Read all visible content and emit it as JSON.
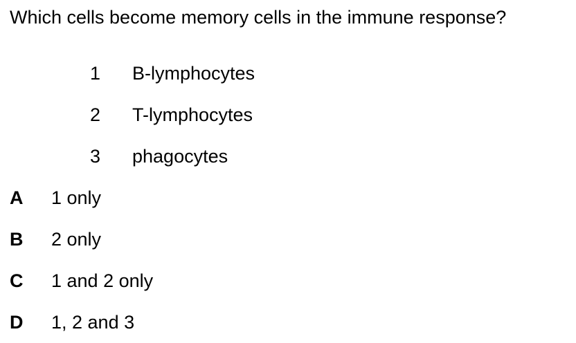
{
  "question": {
    "text": "Which cells become memory cells in the immune response?"
  },
  "statements": [
    {
      "number": "1",
      "text": "B-lymphocytes"
    },
    {
      "number": "2",
      "text": "T-lymphocytes"
    },
    {
      "number": "3",
      "text": "phagocytes"
    }
  ],
  "options": [
    {
      "letter": "A",
      "text": "1 only"
    },
    {
      "letter": "B",
      "text": "2 only"
    },
    {
      "letter": "C",
      "text": "1 and 2 only"
    },
    {
      "letter": "D",
      "text": "1, 2 and 3"
    }
  ]
}
